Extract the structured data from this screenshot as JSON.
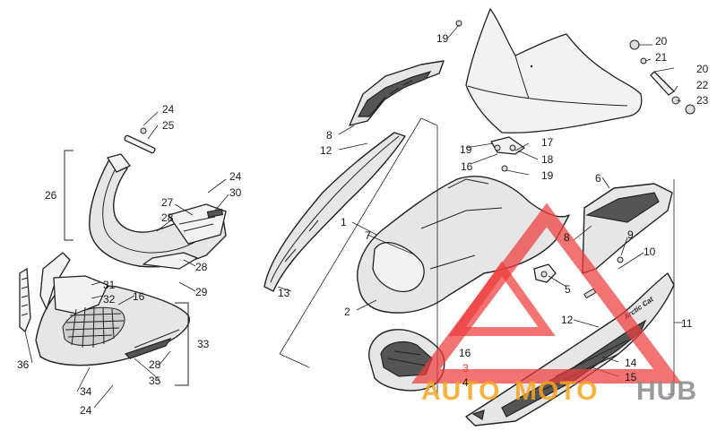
{
  "diagram": {
    "callouts": [
      "1",
      "2",
      "3",
      "4",
      "5",
      "6",
      "7",
      "8",
      "8",
      "9",
      "10",
      "11",
      "12",
      "12",
      "13",
      "14",
      "15",
      "16",
      "16",
      "16",
      "17",
      "18",
      "19",
      "19",
      "19",
      "20",
      "20",
      "21",
      "22",
      "23",
      "24",
      "24",
      "24",
      "25",
      "26",
      "27",
      "28",
      "28",
      "28",
      "29",
      "30",
      "31",
      "32",
      "33",
      "34",
      "35",
      "36"
    ],
    "decal_text": "Arctic Cat"
  },
  "watermark": {
    "part1": "AUTO",
    "part2": "MOTO",
    "part3": "HUB",
    "color_primary": "#f5a623",
    "color_secondary": "#8a8a8a",
    "color_logo": "#ef3b3b"
  }
}
